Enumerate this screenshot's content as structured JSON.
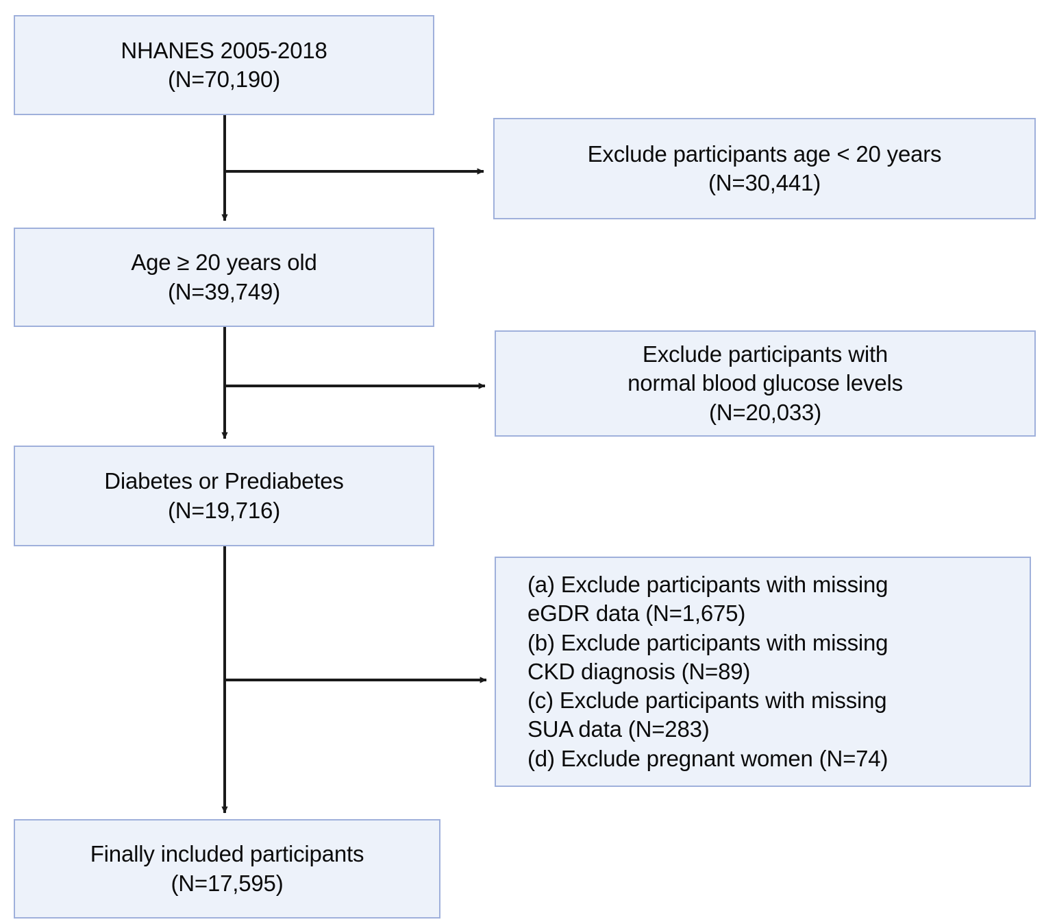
{
  "diagram": {
    "title": "NHANES participant selection flowchart",
    "type": "flowchart",
    "colors": {
      "node_fill": "#edf2fa",
      "node_border": "#9fb0db",
      "arrow": "#1a1a1a",
      "text": "#0b0b0b",
      "background": "#ffffff"
    },
    "nodes": {
      "source": {
        "line1": "NHANES 2005-2018",
        "line2": "(N=70,190)",
        "count": 70190
      },
      "exclude_age": {
        "line1": "Exclude participants age < 20 years",
        "line2": "(N=30,441)",
        "count": 30441
      },
      "age_ge_20": {
        "line1": "Age ≥ 20 years old",
        "line2": "(N=39,749)",
        "count": 39749
      },
      "exclude_normal_glucose": {
        "line1": "Exclude participants with",
        "line2": "normal blood glucose levels",
        "line3": "(N=20,033)",
        "count": 20033
      },
      "diabetes_prediabetes": {
        "line1": "Diabetes or Prediabetes",
        "line2": "(N=19,716)",
        "count": 19716
      },
      "exclude_missing": {
        "item_a_l1": "(a) Exclude participants with missing",
        "item_a_l2": "eGDR data (N=1,675)",
        "item_b_l1": "(b) Exclude participants with missing",
        "item_b_l2": "CKD diagnosis  (N=89)",
        "item_c_l1": "(c) Exclude participants with missing",
        "item_c_l2": "SUA data (N=283)",
        "item_d_l1": "(d) Exclude pregnant women (N=74)",
        "counts": {
          "eGDR": 1675,
          "CKD": 89,
          "SUA": 283,
          "pregnant": 74
        }
      },
      "final": {
        "line1": "Finally included participants",
        "line2": "(N=17,595)",
        "count": 17595
      }
    }
  }
}
